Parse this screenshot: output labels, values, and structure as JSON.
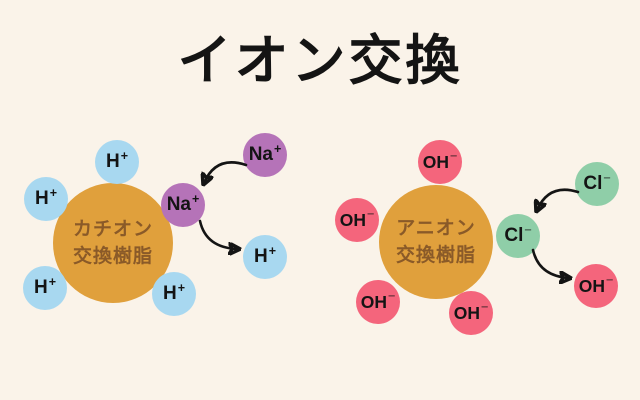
{
  "title": "イオン交換",
  "colors": {
    "background": "#FAF3E9",
    "resin": "#E0A03C",
    "resin_text": "#8A5A28",
    "h_ion": "#A8D8F0",
    "na_ion": "#B573B8",
    "oh_ion": "#F4657C",
    "cl_ion": "#8FCEA8",
    "ink": "#141414"
  },
  "cation": {
    "resin_label_line1": "カチオン",
    "resin_label_line2": "交換樹脂",
    "bound_ions": [
      {
        "base": "H",
        "charge": "+"
      },
      {
        "base": "H",
        "charge": "+"
      },
      {
        "base": "H",
        "charge": "+"
      },
      {
        "base": "H",
        "charge": "+"
      }
    ],
    "attached_ion": {
      "base": "Na",
      "charge": "+"
    },
    "incoming_ion": {
      "base": "Na",
      "charge": "+"
    },
    "released_ion": {
      "base": "H",
      "charge": "+"
    }
  },
  "anion": {
    "resin_label_line1": "アニオン",
    "resin_label_line2": "交換樹脂",
    "bound_ions": [
      {
        "base": "OH",
        "charge": "−"
      },
      {
        "base": "OH",
        "charge": "−"
      },
      {
        "base": "OH",
        "charge": "−"
      },
      {
        "base": "OH",
        "charge": "−"
      }
    ],
    "attached_ion": {
      "base": "Cl",
      "charge": "−"
    },
    "incoming_ion": {
      "base": "Cl",
      "charge": "−"
    },
    "released_ion": {
      "base": "OH",
      "charge": "−"
    }
  }
}
